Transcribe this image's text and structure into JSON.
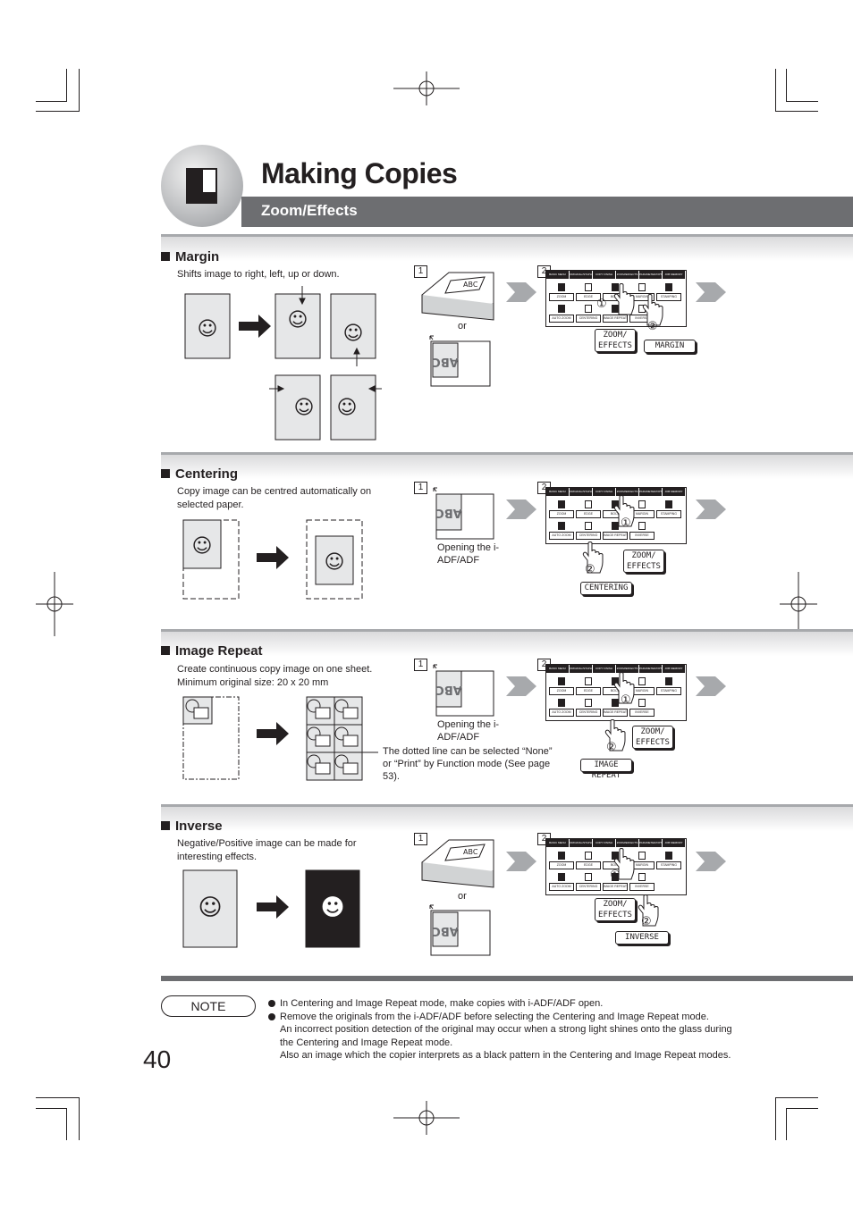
{
  "header": {
    "title": "Making Copies",
    "subtitle": "Zoom/Effects"
  },
  "sections": [
    {
      "title": "Margin",
      "description": "Shifts image to right, left, up or down.",
      "step1_caption": "or",
      "step2_button": "MARGIN"
    },
    {
      "title": "Centering",
      "description": "Copy image can be centred automatically on selected paper.",
      "step1_caption": "Opening the i-ADF/ADF",
      "step2_button": "CENTERING"
    },
    {
      "title": "Image Repeat",
      "description": "Create continuous copy image on one sheet. Minimum original size: 20 x 20 mm",
      "step1_caption": "Opening the i-ADF/ADF",
      "step1_note": "The dotted line can be selected “None” or “Print” by Function mode (See page 53).",
      "step2_button": "IMAGE REPEAT"
    },
    {
      "title": "Inverse",
      "description": "Negative/Positive image can be made for interesting effects.",
      "step1_caption": "or",
      "step2_button": "INVERSE"
    }
  ],
  "steps": {
    "one": "1",
    "two": "2"
  },
  "panel": {
    "tabs": [
      "BASIC MENU",
      "ORIGINAL/STAPLE",
      "COPY FINISH",
      "ZOOM/EFFECTS",
      "PARAMETER/OPTIONS",
      "JOB MEMORY"
    ],
    "buttons_row1": [
      "ZOOM",
      "EDGE",
      "BOOK",
      "MARGIN",
      "STAMPING"
    ],
    "buttons_row2": [
      "AUTO ZOOM",
      "CENTERING",
      "IMAGE REPEAT",
      "INVERSE"
    ],
    "zoom_effects": "ZOOM/ EFFECTS",
    "markers": [
      "①",
      "②"
    ]
  },
  "original_label": "ABC",
  "note": {
    "label": "NOTE",
    "items": [
      "In Centering and Image Repeat mode, make copies with i-ADF/ADF open.",
      "Remove the originals from the i-ADF/ADF before selecting the Centering and Image Repeat mode."
    ],
    "continuation": [
      "An incorrect position detection of the original may occur when a strong light shines onto the glass during the Centering and Image Repeat mode.",
      "Also an image which the copier interprets as a black pattern in the Centering and Image Repeat modes."
    ]
  },
  "page_number": "40",
  "colors": {
    "header_bar": "#6d6e71",
    "ink": "#231f20",
    "chevron": "#a7a9ac",
    "paper": "#e6e7e8"
  }
}
